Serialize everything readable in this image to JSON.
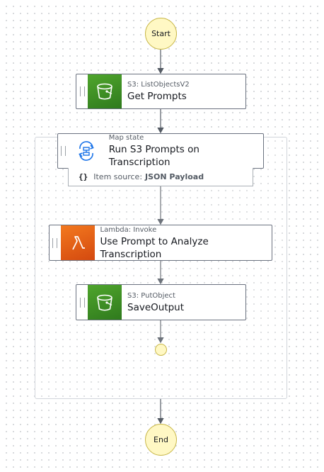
{
  "start_label": "Start",
  "end_label": "End",
  "nodes": [
    {
      "sub": "S3: ListObjectsV2",
      "main": "Get Prompts"
    },
    {
      "sub": "Map state",
      "main": "Run S3 Prompts on Transcription"
    },
    {
      "sub": "Lambda: Invoke",
      "main": "Use Prompt to Analyze Transcription"
    },
    {
      "sub": "S3: PutObject",
      "main": "SaveOutput"
    }
  ],
  "item_source": {
    "label": "Item source:",
    "value": "JSON Payload"
  },
  "icons": {
    "s3": "s3-bucket-icon",
    "map": "map-state-icon",
    "lambda": "lambda-icon",
    "item_source": "braces-icon"
  },
  "colors": {
    "s3": "#3f8624",
    "lambda": "#ed7100",
    "terminal_fill": "#fff8c4",
    "map_accent": "#1a73e8"
  }
}
